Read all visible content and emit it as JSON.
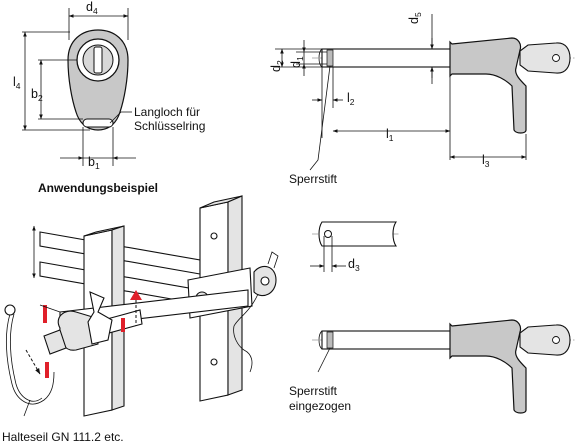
{
  "dims": {
    "d4": "d",
    "d4_sub": "4",
    "l4": "l",
    "l4_sub": "4",
    "b2": "b",
    "b2_sub": "2",
    "b1": "b",
    "b1_sub": "1",
    "d5": "d",
    "d5_sub": "5",
    "d2": "d",
    "d2_sub": "2",
    "d1": "d",
    "d1_sub": "1",
    "l2": "l",
    "l2_sub": "2",
    "l1": "l",
    "l1_sub": "1",
    "l3": "l",
    "l3_sub": "3",
    "d3": "d",
    "d3_sub": "3"
  },
  "labels": {
    "slot_line1": "Langloch für",
    "slot_line2": "Schlüsselring",
    "application_title": "Anwendungsbeispiel",
    "locking_pin": "Sperrstift",
    "locking_pin_retracted_line1": "Sperrstift",
    "locking_pin_retracted_line2": "eingezogen",
    "cable_note": "Halteseil GN 111.2 etc."
  },
  "colors": {
    "accent_red": "#e0202a",
    "grey_fill": "#c8c8c8"
  }
}
